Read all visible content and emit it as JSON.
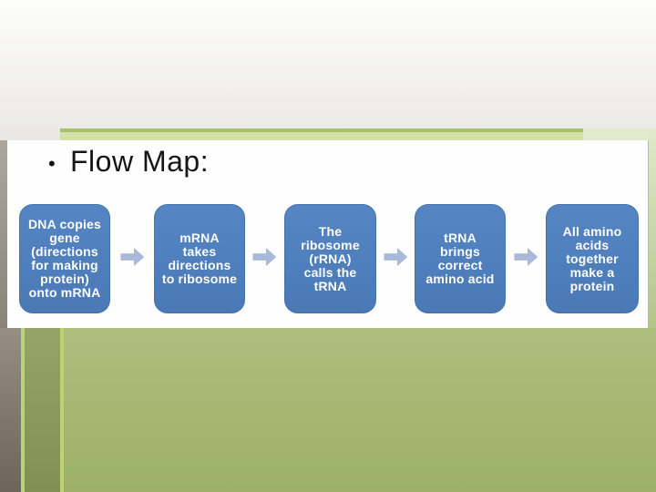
{
  "slide": {
    "bullet_glyph": "•",
    "title": "Flow Map:",
    "flow_steps": [
      {
        "label": "DNA copies\ngene\n(directions\nfor making\nprotein)\nonto mRNA"
      },
      {
        "label": "mRNA\ntakes\ndirections\nto ribosome"
      },
      {
        "label": "The\nribosome\n(rRNA)\ncalls the\ntRNA"
      },
      {
        "label": "tRNA\nbrings\ncorrect\namino acid"
      },
      {
        "label": "All amino\nacids\ntogether\nmake a\nprotein"
      }
    ]
  },
  "diagram": {
    "type": "flow-map",
    "direction": "left-to-right",
    "connector": "right-block-arrow",
    "step_count": 5
  },
  "colors": {
    "step_box_fill": "#4d7dbb",
    "step_box_text": "#ffffff",
    "arrow_fill": "#aab9d9",
    "slide_background": "#fefefe",
    "page_background_green": "#a3b873",
    "accent_band_green": "#a6c168",
    "left_strip_gray": "#8a8279",
    "title_text": "#161616"
  }
}
